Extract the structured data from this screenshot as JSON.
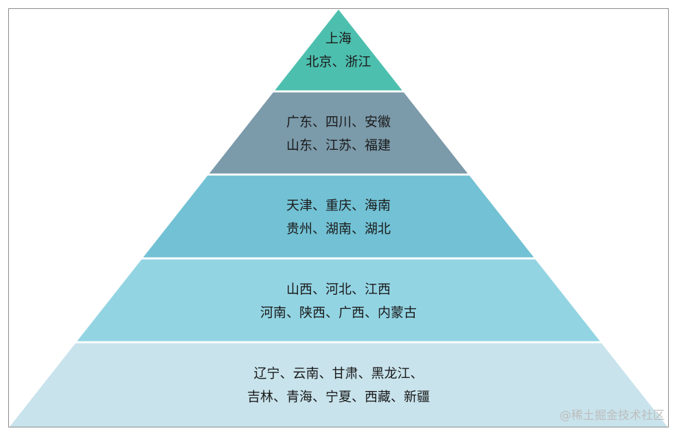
{
  "diagram": {
    "type": "pyramid",
    "tiers": [
      {
        "color": "#4dbfae",
        "lines": [
          "上海",
          "北京、浙江"
        ]
      },
      {
        "color": "#7b9aaa",
        "lines": [
          "广东、四川、安徽",
          "山东、江苏、福建"
        ]
      },
      {
        "color": "#72c1d4",
        "lines": [
          "天津、重庆、海南",
          "贵州、湖南、湖北"
        ]
      },
      {
        "color": "#93d4e3",
        "lines": [
          "山西、河北、江西",
          "河南、陕西、广西、内蒙古"
        ]
      },
      {
        "color": "#c8e3ec",
        "lines": [
          "辽宁、云南、甘肃、黑龙江、",
          "吉林、青海、宁夏、西藏、新疆"
        ]
      }
    ]
  },
  "watermark": {
    "text": "@稀土掘金技术社区",
    "color": "#bdbdbd"
  }
}
